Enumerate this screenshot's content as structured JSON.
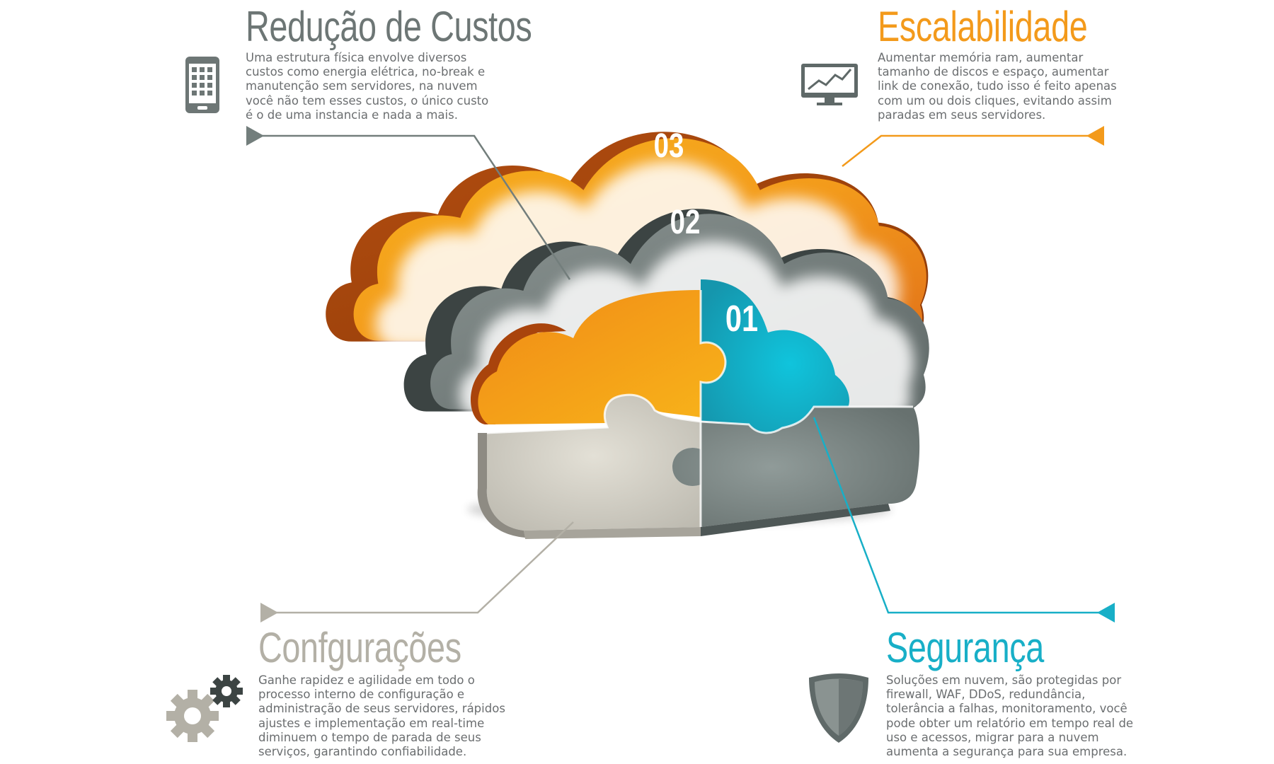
{
  "colors": {
    "orange": "#F39A1B",
    "orange_dark": "#A9440C",
    "gray": "#737E7C",
    "gray_dark": "#3C4443",
    "teal": "#18AFC7",
    "light": "#BFBCB2",
    "text": "#6B6E70"
  },
  "cloud": {
    "step_labels": [
      "03",
      "02",
      "01"
    ]
  },
  "sections": {
    "reducao": {
      "title": "Redução de Custos",
      "color": "#6D7675",
      "icon": "smartphone-icon",
      "lines": [
        "Uma estrutura física envolve diversos",
        "custos como energia elétrica, no-break e",
        "manutenção sem servidores, na nuvem",
        "você não tem esses custos, o único custo",
        "é o de uma instancia e nada a mais."
      ]
    },
    "escalabilidade": {
      "title": "Escalabilidade",
      "color": "#F39A1B",
      "icon": "monitor-chart-icon",
      "lines": [
        "Aumentar memória ram, aumentar",
        "tamanho de discos e espaço, aumentar",
        "link de conexão, tudo isso é feito apenas",
        "com um ou dois cliques, evitando assim",
        "paradas em seus servidores."
      ]
    },
    "configuracoes": {
      "title": "Confgurações",
      "color": "#B3B0A6",
      "icon": "gears-icon",
      "lines": [
        "Ganhe rapidez e agilidade em todo o",
        "processo interno de configuração e",
        "administração de seus servidores, rápidos",
        "ajustes e implementação em real-time",
        "diminuem o tempo de parada de seus",
        "serviços, garantindo confiabilidade."
      ]
    },
    "seguranca": {
      "title": "Segurança",
      "color": "#18AFC7",
      "icon": "shield-icon",
      "lines": [
        "Soluções em nuvem, são protegidas por",
        "firewall, WAF, DDoS, redundância,",
        "tolerância a falhas, monitoramento, você",
        "pode obter um relatório em tempo real de",
        "uso e acessos, migrar para a nuvem",
        "aumenta a segurança para sua empresa."
      ]
    }
  }
}
